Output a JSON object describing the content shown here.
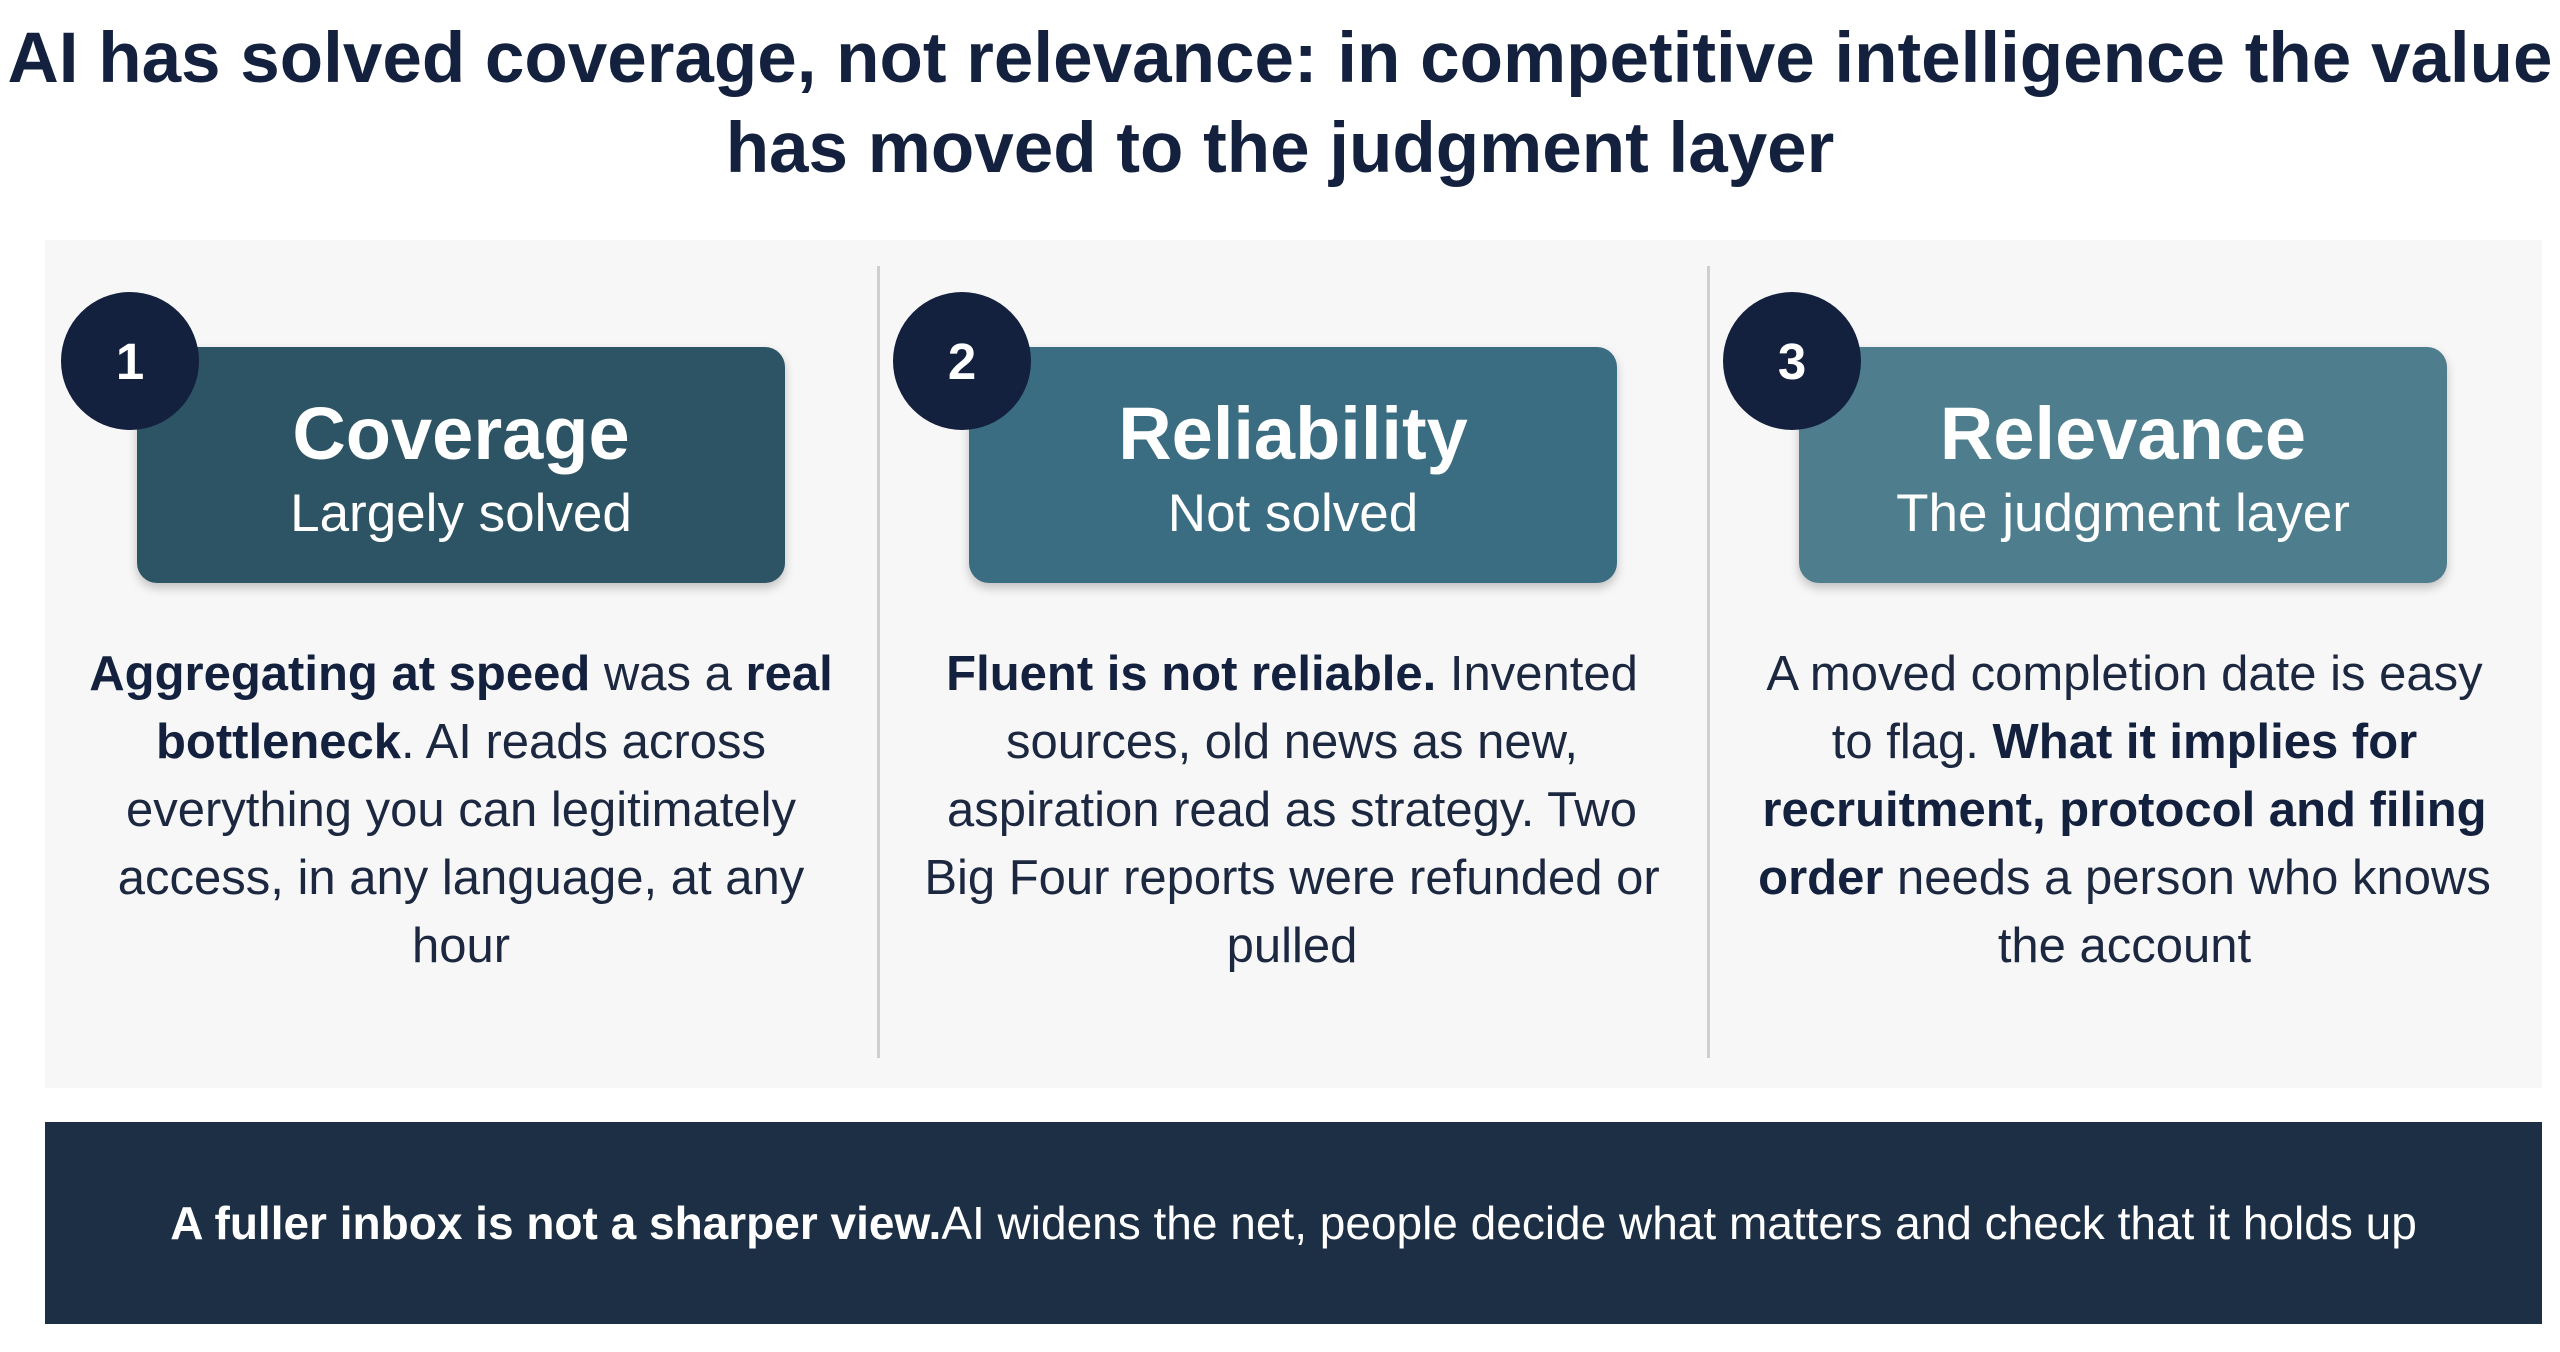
{
  "title": {
    "line1": "AI has solved coverage, not relevance: in competitive intelligence the value",
    "line2": "has moved to the judgment layer"
  },
  "colors": {
    "title_text": "#13213e",
    "panel_bg": "#f7f7f7",
    "badge_bg": "#13213e",
    "banner_bg": "#1c2f44"
  },
  "columns": [
    {
      "number": "1",
      "title": "Coverage",
      "subtitle": "Largely solved",
      "color": "#2d5465",
      "body": [
        {
          "text": "Aggregating at speed",
          "bold": true
        },
        {
          "text": " was a ",
          "bold": false
        },
        {
          "text": "real bottleneck",
          "bold": true
        },
        {
          "text": ". AI reads across everything you can legitimately access, in any language, at any hour",
          "bold": false
        }
      ]
    },
    {
      "number": "2",
      "title": "Reliability",
      "subtitle": "Not solved",
      "color": "#3a6d82",
      "body": [
        {
          "text": "Fluent is not reliable.",
          "bold": true
        },
        {
          "text": " Invented sources, old news as new, aspiration read as strategy. Two Big Four reports were refunded or pulled",
          "bold": false
        }
      ]
    },
    {
      "number": "3",
      "title": "Relevance",
      "subtitle": "The judgment layer",
      "color": "#4e7e8d",
      "body": [
        {
          "text": "A moved completion date is easy to flag. ",
          "bold": false
        },
        {
          "text": "What it implies for recruitment, protocol and filing order",
          "bold": true
        },
        {
          "text": " needs a person who knows the account",
          "bold": false
        }
      ]
    }
  ],
  "banner": {
    "bold": "A fuller inbox is not a sharper view.",
    "rest": " AI widens the net, people decide what matters and check that it holds up"
  }
}
